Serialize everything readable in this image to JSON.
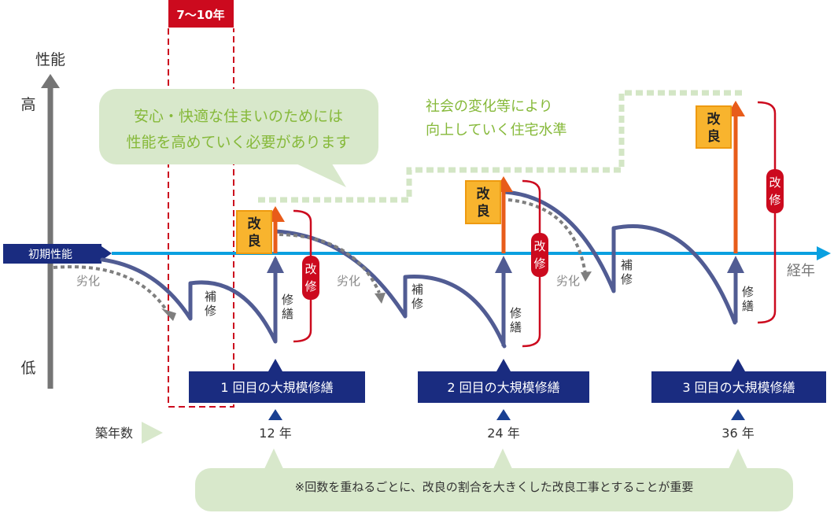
{
  "title_badge": "7〜10年",
  "y_axis": {
    "label": "性能",
    "high": "高",
    "low": "低"
  },
  "x_axis": {
    "label": "経年"
  },
  "initial_performance": "初期性能",
  "building_age_label": "築年数",
  "speech_bubble_top": {
    "line1": "安心・快適な住まいのためには",
    "line2": "性能を高めていく必要があります"
  },
  "rising_standard": {
    "line1": "社会の変化等により",
    "line2": "向上していく住宅水準"
  },
  "labels": {
    "deterioration": "劣化",
    "minor_repair_1": "補",
    "minor_repair_2": "修",
    "repair_1": "修",
    "repair_2": "繕",
    "improvement_1": "改",
    "improvement_2": "良",
    "renovation_1": "改",
    "renovation_2": "修"
  },
  "milestones": [
    {
      "label": "1 回目の大規模修繕",
      "year": "12 年"
    },
    {
      "label": "2 回目の大規模修繕",
      "year": "24 年"
    },
    {
      "label": "3 回目の大規模修繕",
      "year": "36 年"
    }
  ],
  "bottom_note": "※回数を重ねるごとに、改良の割合を大きくした改良工事とすることが重要",
  "colors": {
    "axis_gray": "#757575",
    "baseline_blue": "#0aa0e0",
    "navy": "#1a2c80",
    "curve": "#515c93",
    "dotted_gray": "#7f7f7f",
    "red": "#cc0a1e",
    "orange_arrow": "#e85c1a",
    "improve_box": "#f8b42e",
    "improve_border": "#ee9a10",
    "bubble_green": "#d8e8cb",
    "text_green": "#86b93a",
    "dotted_green": "#d3e6c5"
  }
}
